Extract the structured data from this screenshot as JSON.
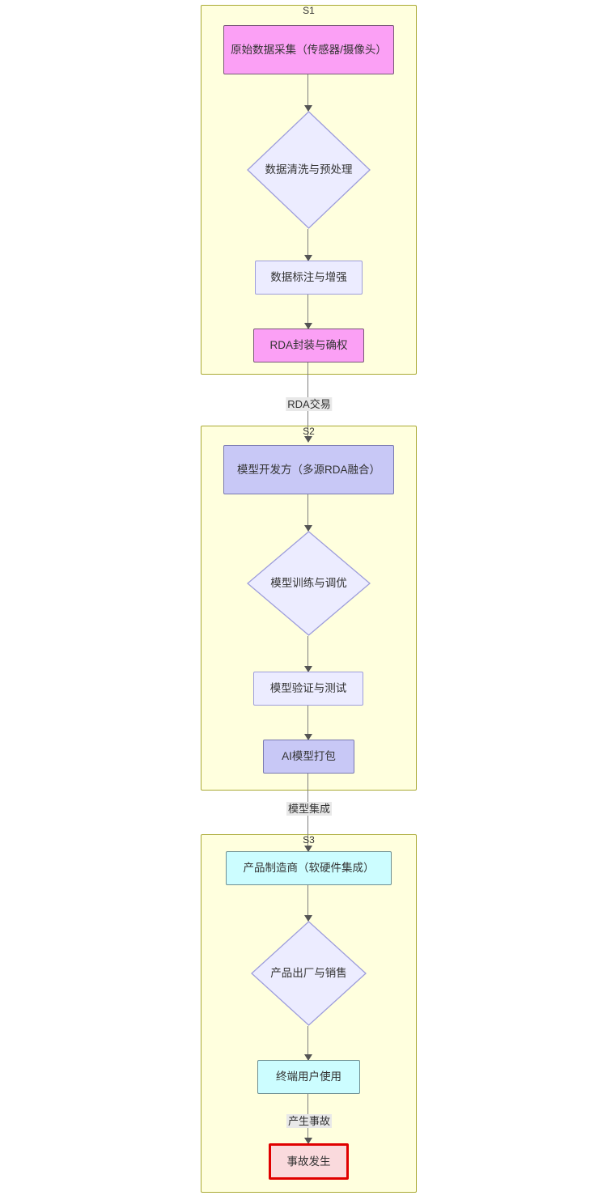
{
  "diagram": {
    "type": "flowchart",
    "direction": "top-down",
    "background": "#ffffff",
    "subgraph_fill": "#ffffde",
    "subgraph_stroke": "#aaaa33"
  },
  "subgraphs": [
    {
      "id": "S1",
      "label": "S1"
    },
    {
      "id": "S2",
      "label": "S2"
    },
    {
      "id": "S3",
      "label": "S3"
    }
  ],
  "nodes": {
    "n1": {
      "label": "原始数据采集（传感器/摄像头）",
      "shape": "rect",
      "color": "#fba0f5"
    },
    "n2": {
      "label": "数据清洗与预处理",
      "shape": "diamond",
      "color": "#ececff"
    },
    "n3": {
      "label": "数据标注与增强",
      "shape": "rect",
      "color": "#ececff"
    },
    "n4": {
      "label": "RDA封装与确权",
      "shape": "rect",
      "color": "#fba0f5"
    },
    "n5": {
      "label": "模型开发方（多源RDA融合）",
      "shape": "rect",
      "color": "#c8c8f6"
    },
    "n6": {
      "label": "模型训练与调优",
      "shape": "diamond",
      "color": "#ececff"
    },
    "n7": {
      "label": "模型验证与测试",
      "shape": "rect",
      "color": "#ececff"
    },
    "n8": {
      "label": "AI模型打包",
      "shape": "rect",
      "color": "#c8c8f6"
    },
    "n9": {
      "label": "产品制造商（软硬件集成）",
      "shape": "rect",
      "color": "#ccfdff"
    },
    "n10": {
      "label": "产品出厂与销售",
      "shape": "diamond",
      "color": "#ececff"
    },
    "n11": {
      "label": "终端用户使用",
      "shape": "rect",
      "color": "#ccfdff"
    },
    "n12": {
      "label": "事故发生",
      "shape": "rect",
      "color": "#fadadd",
      "stroke": "#e00000"
    }
  },
  "edge_labels": {
    "e_rda": "RDA交易",
    "e_model": "模型集成",
    "e_accident": "产生事故"
  }
}
